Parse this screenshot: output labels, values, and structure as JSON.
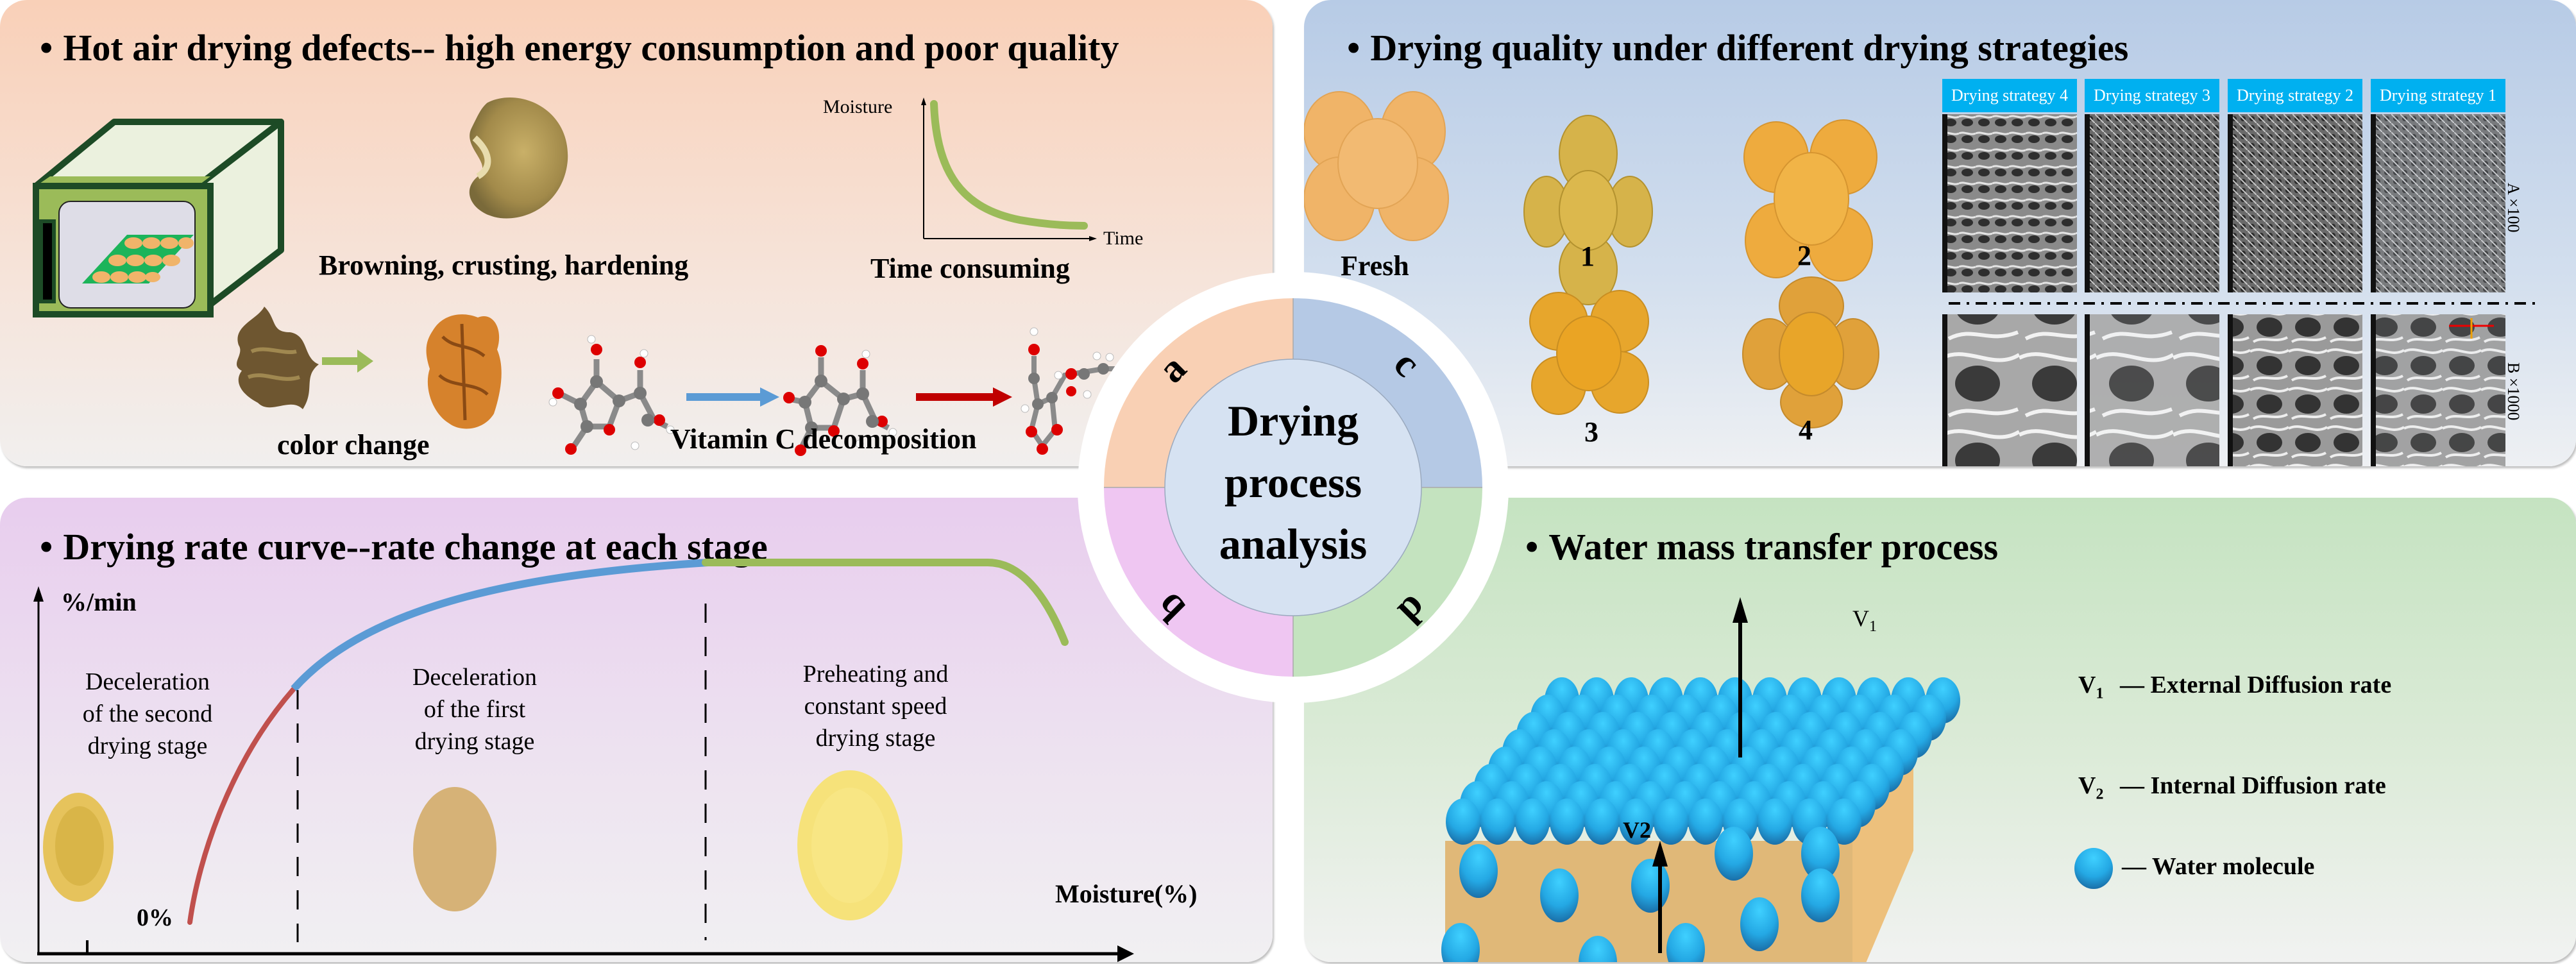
{
  "center": {
    "title_lines": [
      "Drying",
      "process",
      "analysis"
    ],
    "quadrant_letters": {
      "a": "a",
      "b": "b",
      "c": "c",
      "d": "d"
    },
    "colors": {
      "a": "#f9d0b4",
      "b": "#efc6f2",
      "c": "#b5c9e5",
      "d": "#c4e3bf",
      "core": "#d6e2f2"
    }
  },
  "panel_a": {
    "title": "Hot air drying defects-- high energy consumption and poor quality",
    "labels": {
      "browning": "Browning, crusting, hardening",
      "time_consuming": "Time consuming",
      "color_change": "color change",
      "vitc": "Vitamin C decomposition"
    },
    "mini_chart": {
      "y_label": "Moisture",
      "x_label": "Time"
    },
    "arrow_colors": {
      "color_change": "#9bbb59",
      "vitc_step1": "#5b9bd5",
      "vitc_step2": "#c00000"
    }
  },
  "panel_b": {
    "title": "Drying rate curve--rate change at each stage",
    "y_axis_label": "%/min",
    "x_axis_label": "Moisture(%)",
    "origin_tick_label": "0%",
    "stages": [
      {
        "lines": [
          "Deceleration",
          "of the second",
          "drying stage"
        ],
        "color": "#c0504d"
      },
      {
        "lines": [
          "Deceleration",
          "of the first",
          "drying stage"
        ],
        "color": "#5b9bd5"
      },
      {
        "lines": [
          "Preheating and",
          "constant speed",
          "drying stage"
        ],
        "color": "#9bbb59"
      }
    ]
  },
  "panel_c": {
    "title": "Drying quality under different drying strategies",
    "sample_labels": [
      "Fresh",
      "1",
      "2",
      "3",
      "4"
    ],
    "strategy_headers": [
      "Drying strategy 4",
      "Drying strategy 3",
      "Drying strategy 2",
      "Drying strategy 1"
    ],
    "magnification_labels": [
      "A ×100",
      "B ×1000"
    ],
    "header_color": "#00b0f0"
  },
  "panel_d": {
    "title": "Water mass transfer process",
    "v1_label": "V",
    "v1_sub": "1",
    "v2_label": "V2",
    "legend": [
      {
        "symbol": "V",
        "sub": "1",
        "text": "— External Diffusion rate"
      },
      {
        "symbol": "V",
        "sub": "2",
        "text": "— Internal Diffusion rate"
      },
      {
        "symbol": "water-molecule",
        "sub": "",
        "text": "— Water molecule"
      }
    ],
    "colors": {
      "block": "#e0b878",
      "molecule": "#29aee8"
    }
  }
}
